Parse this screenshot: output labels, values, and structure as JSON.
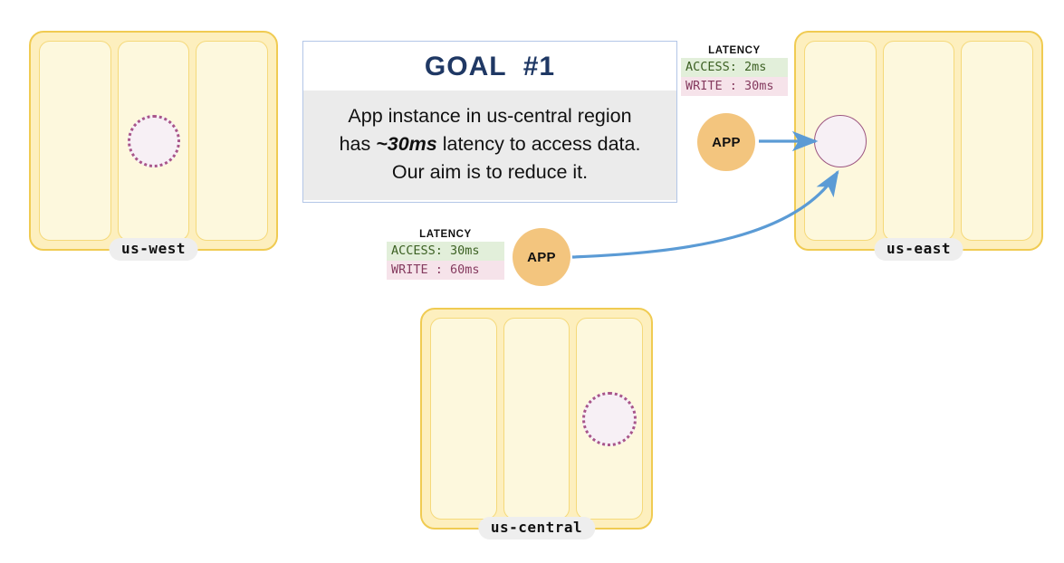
{
  "diagram": {
    "title": "GOAL  #1",
    "accent_colors": {
      "region_border": "#f0cb52",
      "region_fill": "#fdefbe",
      "zone_border": "#f5d97a",
      "zone_fill": "#fdf8dd",
      "app_fill": "#f3c57e",
      "replica_border": "#a8558a",
      "replica_fill": "#f7f0f5",
      "arrow": "#5b9bd5",
      "goal_border": "#b3c6e7",
      "goal_body_bg": "#ebebeb",
      "goal_title_color": "#1f3864",
      "access_bg": "#e2efda",
      "access_text": "#3d6124",
      "write_bg": "#f6e3ea",
      "write_text": "#853b5f"
    }
  },
  "goal_card": {
    "title": "GOAL  #1",
    "line1": "App instance in us-central region",
    "line2_prefix": "has ",
    "line2_emphasis": "~30ms",
    "line2_suffix": " latency to access data.",
    "line3": "Our aim is to reduce it."
  },
  "regions": [
    {
      "id": "us-west",
      "label": "us-west",
      "zones": [
        "zone-a",
        "zone-b",
        "zone-c"
      ],
      "replica": {
        "zone_index": 1,
        "style": "dotted",
        "role": "follower"
      }
    },
    {
      "id": "us-east",
      "label": "us-east",
      "zones": [
        "zone-a",
        "zone-b",
        "zone-c"
      ],
      "replica": {
        "zone_index": 0,
        "style": "solid",
        "role": "leader"
      }
    },
    {
      "id": "us-central",
      "label": "us-central",
      "zones": [
        "zone-a",
        "zone-b",
        "zone-c"
      ],
      "replica": {
        "zone_index": 2,
        "style": "dotted",
        "role": "follower"
      }
    }
  ],
  "app_nodes": [
    {
      "id": "app-us-east",
      "label": "APP",
      "region": "us-east"
    },
    {
      "id": "app-us-central",
      "label": "APP",
      "region": "us-central"
    }
  ],
  "latency_badges": [
    {
      "id": "latency-us-east",
      "title": "LATENCY",
      "access_label": "ACCESS:",
      "access_value": "2ms",
      "access_line": "ACCESS: 2ms",
      "write_label": "WRITE :",
      "write_value": "30ms",
      "write_line": "WRITE : 30ms"
    },
    {
      "id": "latency-us-central",
      "title": "LATENCY",
      "access_label": "ACCESS:",
      "access_value": "30ms",
      "access_line": "ACCESS: 30ms",
      "write_label": "WRITE :",
      "write_value": "60ms",
      "write_line": "WRITE : 60ms"
    }
  ],
  "connections": [
    {
      "id": "conn-east-app-to-leader",
      "from": "app-us-east",
      "to": "us-east-leader-replica",
      "shape": "straight"
    },
    {
      "id": "conn-central-app-to-leader",
      "from": "app-us-central",
      "to": "us-east-leader-replica",
      "shape": "curved"
    }
  ]
}
